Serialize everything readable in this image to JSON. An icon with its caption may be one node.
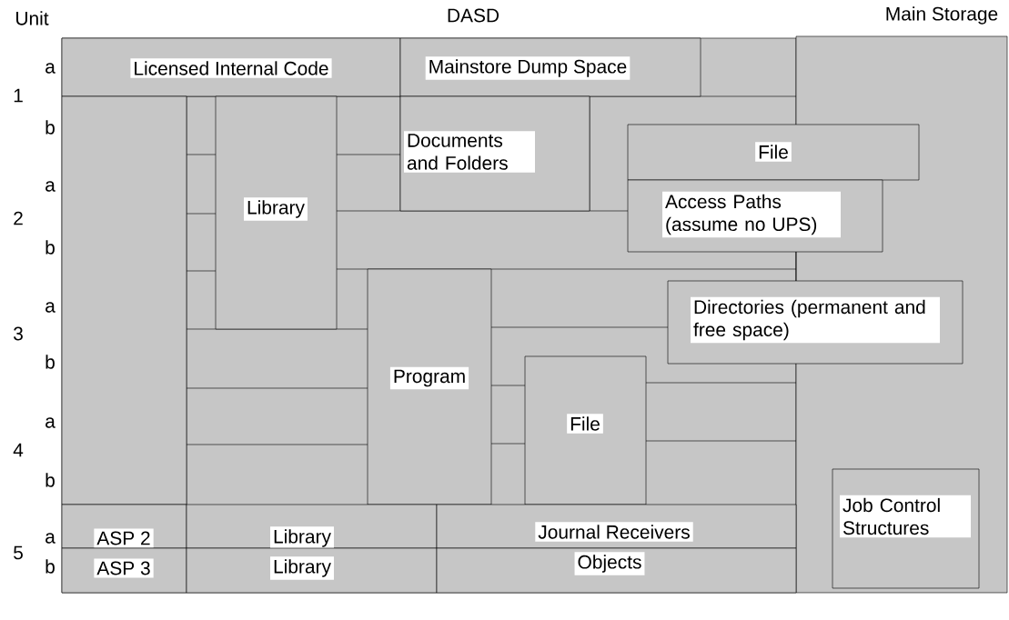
{
  "diagram": {
    "nodes": [
      {
        "text": [
          "DASD"
        ]
      },
      {
        "text": [
          "Main Storage"
        ]
      },
      {
        "text": [
          "Licensed Internal Code"
        ],
        "in": 0
      },
      {
        "text": [
          "Mainstore Dump Space"
        ],
        "in": 0
      },
      {
        "text": [],
        "shape": "box",
        "in": 0
      },
      {
        "text": [
          "Library"
        ],
        "in": 0
      },
      {
        "text": [
          "Documents and Folders"
        ],
        "in": 0
      },
      {
        "text": [
          "File"
        ]
      },
      {
        "text": [
          "Access Paths (assume no UPS)"
        ]
      },
      {
        "text": [
          "Program"
        ],
        "in": 0
      },
      {
        "text": [
          "Directories (permanent and free space)"
        ]
      },
      {
        "text": [
          "File"
        ],
        "in": 0
      },
      {
        "text": [
          "ASP 2"
        ],
        "in": 0
      },
      {
        "text": [
          "Library"
        ],
        "in": 0
      },
      {
        "text": [
          "Journal Receivers"
        ],
        "in": 0
      },
      {
        "text": [
          "ASP 3"
        ],
        "in": 0
      },
      {
        "text": [
          "Library"
        ],
        "in": 0
      },
      {
        "text": [
          "Objects"
        ],
        "in": 0
      },
      {
        "text": [
          "Job Control Structures"
        ],
        "in": 1
      }
    ],
    "labels": [
      "Unit",
      "a",
      "1",
      "b",
      "a",
      "2",
      "b",
      "a",
      "3",
      "b",
      "a",
      "4",
      "b",
      "a",
      "5",
      "b"
    ]
  }
}
